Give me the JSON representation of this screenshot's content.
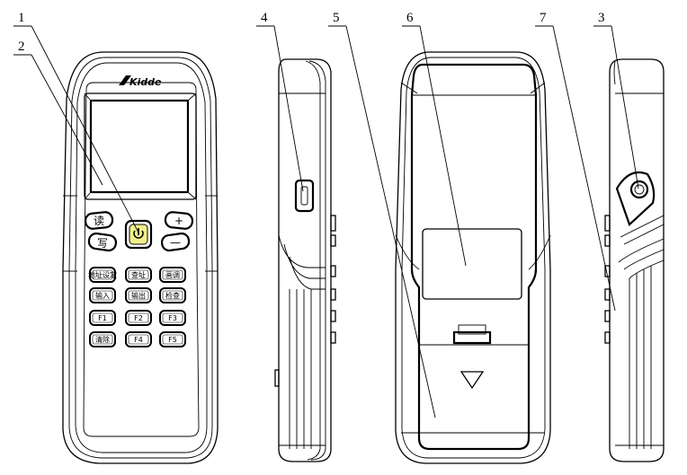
{
  "brand": {
    "logo_text": "Kidde"
  },
  "callouts": [
    {
      "number": "1",
      "target": "power-button"
    },
    {
      "number": "2",
      "target": "lcd-screen"
    },
    {
      "number": "3",
      "target": "infrared-window"
    },
    {
      "number": "4",
      "target": "usb-port"
    },
    {
      "number": "5",
      "target": "battery-cover"
    },
    {
      "number": "6",
      "target": "rear-label-area"
    },
    {
      "number": "7",
      "target": "side-buttons"
    }
  ],
  "keys": {
    "read": "读",
    "write": "写",
    "plus": "+",
    "minus": "—",
    "grid": [
      [
        "地址设定",
        "查址",
        "画调"
      ],
      [
        "输入",
        "输出",
        "检查"
      ],
      [
        "F1",
        "F2",
        "F3"
      ],
      [
        "清除",
        "F4",
        "F5"
      ]
    ]
  },
  "colors": {
    "power_button_fill": "#f2f08a",
    "line": "#000000",
    "background": "#ffffff"
  }
}
